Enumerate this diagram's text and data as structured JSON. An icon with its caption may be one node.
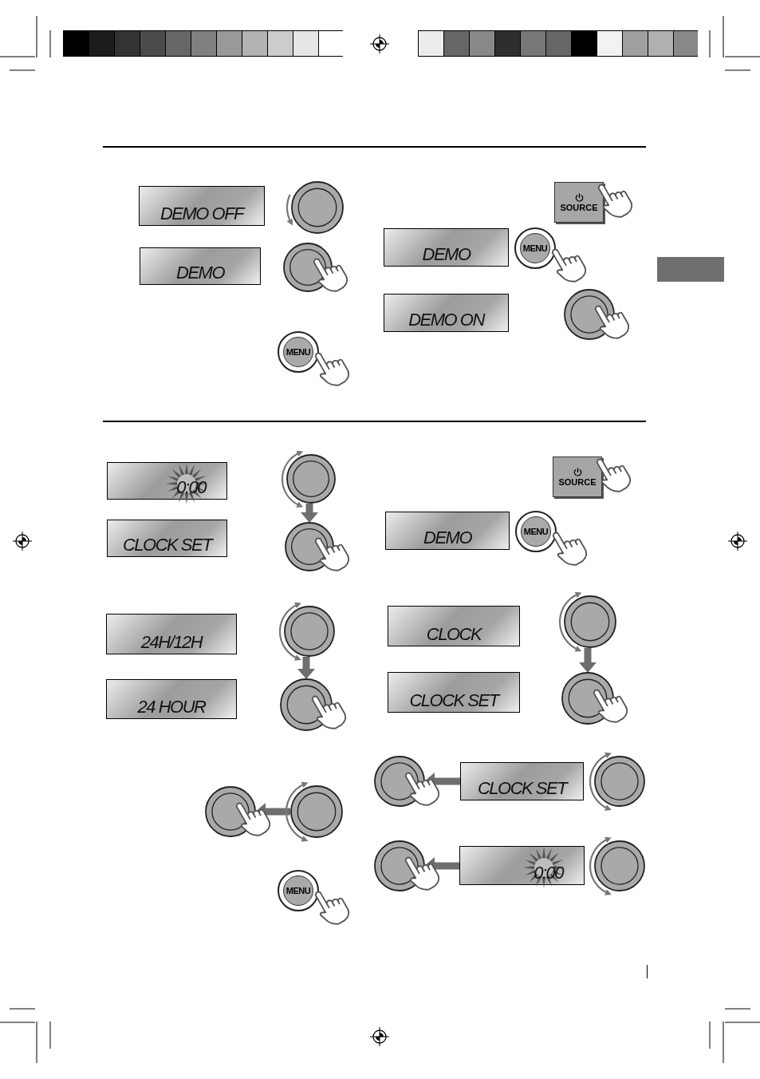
{
  "diagram": {
    "nodes": [
      {
        "text": [
          "DEMO OFF"
        ]
      },
      {
        "text": [],
        "shape": "circle"
      },
      {
        "text": [
          "DEMO"
        ]
      },
      {
        "text": [],
        "shape": "circle"
      },
      {
        "text": [
          "MENU"
        ]
      },
      {
        "text": [
          "SOURCE"
        ]
      },
      {
        "text": [
          "DEMO"
        ]
      },
      {
        "text": [
          "MENU"
        ]
      },
      {
        "text": [
          "DEMO ON"
        ]
      },
      {
        "text": [],
        "shape": "circle"
      },
      {
        "text": [
          "0:00"
        ]
      },
      {
        "text": [],
        "shape": "circle"
      },
      {
        "text": [
          "CLOCK SET"
        ]
      },
      {
        "text": [],
        "shape": "circle"
      },
      {
        "text": [
          "SOURCE"
        ]
      },
      {
        "text": [
          "DEMO"
        ]
      },
      {
        "text": [
          "MENU"
        ]
      },
      {
        "text": [
          "24H/12H"
        ]
      },
      {
        "text": [],
        "shape": "circle"
      },
      {
        "text": [
          "24 HOUR"
        ]
      },
      {
        "text": [],
        "shape": "circle"
      },
      {
        "text": [
          "CLOCK"
        ]
      },
      {
        "text": [],
        "shape": "circle"
      },
      {
        "text": [
          "CLOCK SET"
        ]
      },
      {
        "text": [],
        "shape": "circle"
      },
      {
        "text": [],
        "shape": "circle"
      },
      {
        "text": [],
        "shape": "circle"
      },
      {
        "text": [],
        "shape": "circle"
      },
      {
        "text": [
          "CLOCK SET"
        ]
      },
      {
        "text": [],
        "shape": "circle"
      },
      {
        "text": [],
        "shape": "circle"
      },
      {
        "text": [
          "0:00"
        ]
      },
      {
        "text": [],
        "shape": "circle"
      },
      {
        "text": [
          "MENU"
        ]
      },
      {
        "text": [],
        "shape": "box"
      }
    ],
    "edges": [
      {
        "from": 11,
        "to": 13,
        "arrow": "to"
      },
      {
        "from": 18,
        "to": 20,
        "arrow": "to"
      },
      {
        "from": 22,
        "to": 24,
        "arrow": "to"
      },
      {
        "from": 26,
        "to": 25,
        "arrow": "to"
      },
      {
        "from": 28,
        "to": 27,
        "arrow": "to"
      },
      {
        "from": 31,
        "to": 30,
        "arrow": "to"
      }
    ]
  }
}
